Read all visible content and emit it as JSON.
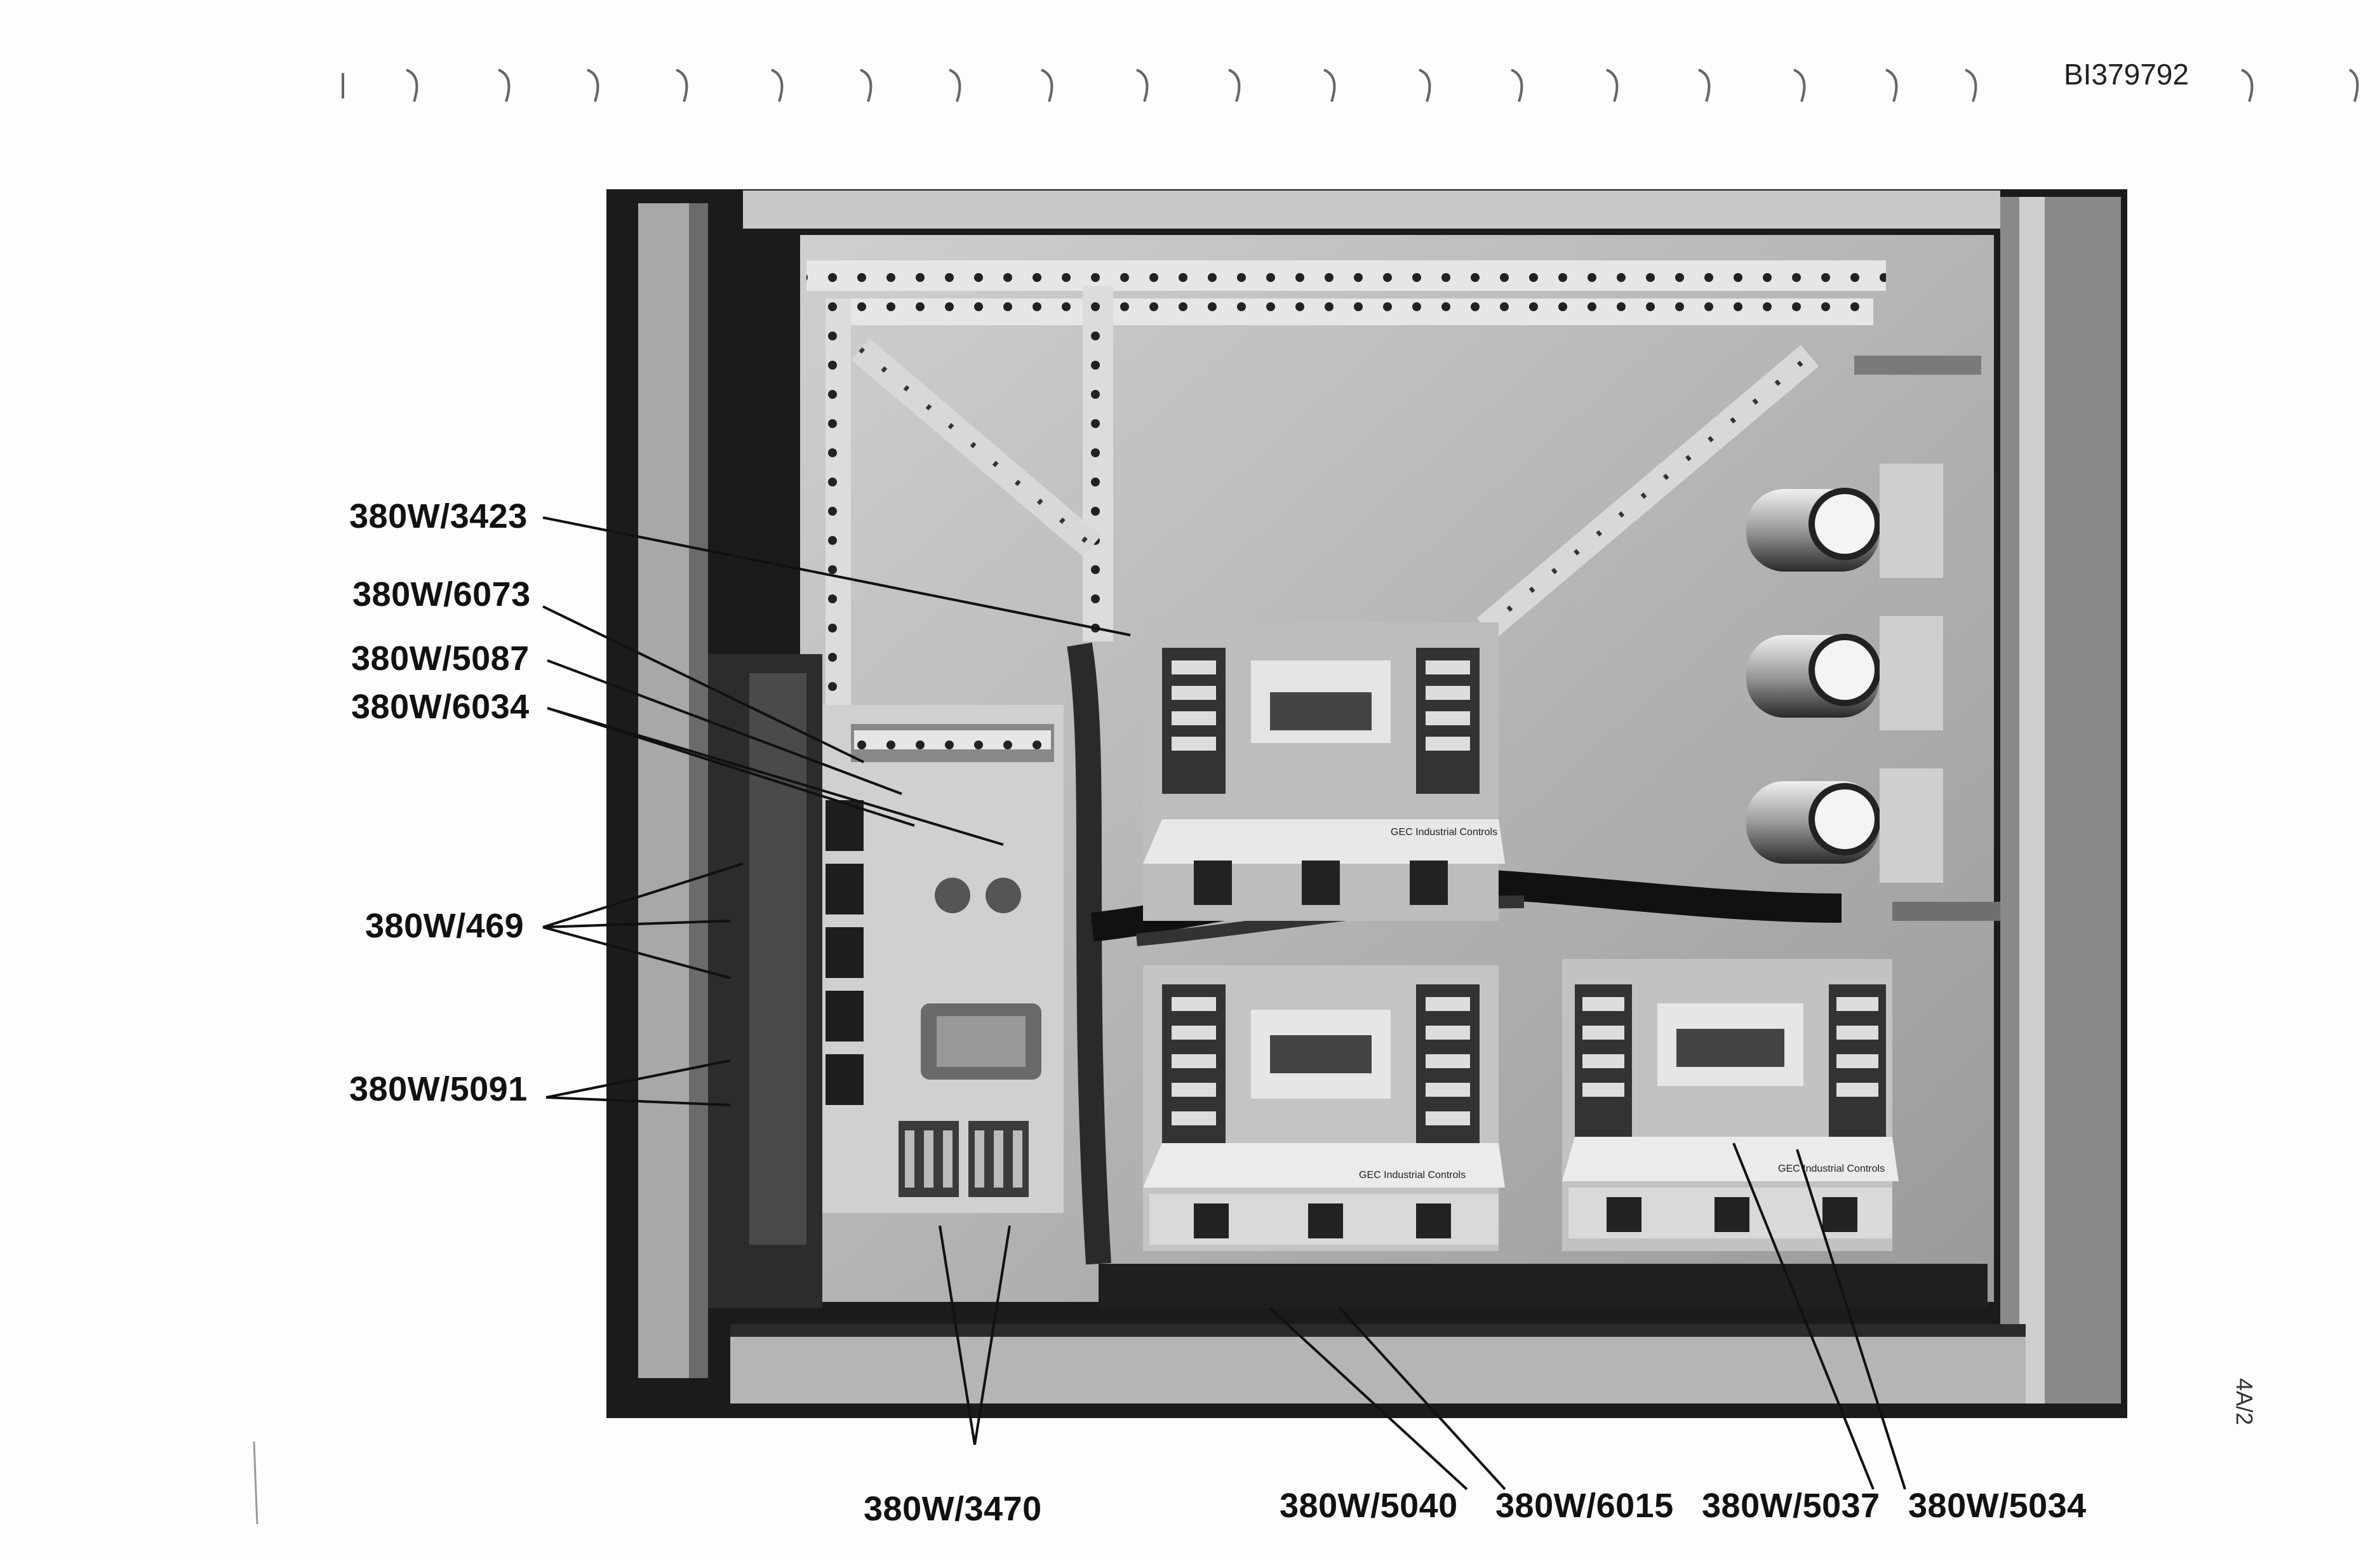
{
  "document_id": "BI379792",
  "page_number": "4A/2",
  "callouts": {
    "c3423": "380W/3423",
    "c6073": "380W/6073",
    "c5087": "380W/5087",
    "c6034": "380W/6034",
    "c469": "380W/469",
    "c5091": "380W/5091",
    "c3470": "380W/3470",
    "c5040": "380W/5040",
    "c6015": "380W/6015",
    "c5037": "380W/5037",
    "c5034": "380W/5034"
  },
  "photo": {
    "module_badge_text": "GEC Industrial Controls"
  }
}
